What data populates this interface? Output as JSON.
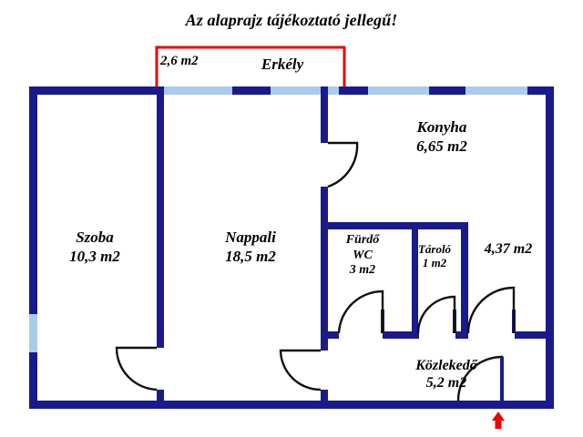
{
  "title": "Az alaprajz tájékoztató jellegű!",
  "colors": {
    "wall": "#1a1a8c",
    "window": "#aaccea",
    "balcony_outline": "#ee0000",
    "entrance_arrow": "#ee0000",
    "door_arc": "#000000",
    "text": "#000000",
    "background": "#ffffff"
  },
  "balcony": {
    "name": "Erkély",
    "area": "2,6 m2"
  },
  "rooms": [
    {
      "id": "szoba",
      "name": "Szoba",
      "area": "10,3 m2"
    },
    {
      "id": "nappali",
      "name": "Nappali",
      "area": "18,5 m2"
    },
    {
      "id": "konyha",
      "name": "Konyha",
      "area": "6,65 m2"
    },
    {
      "id": "furdo",
      "name": "Fürdő",
      "name2": "WC",
      "area": "3 m2"
    },
    {
      "id": "tarolo",
      "name": "Tároló",
      "area": "1 m2"
    },
    {
      "id": "room437",
      "name": "",
      "area": "4,37 m2"
    },
    {
      "id": "kozlekedo",
      "name": "Közlekedő",
      "area": "5,2 m2"
    }
  ],
  "entrance": {
    "icon": "up-arrow-icon"
  }
}
